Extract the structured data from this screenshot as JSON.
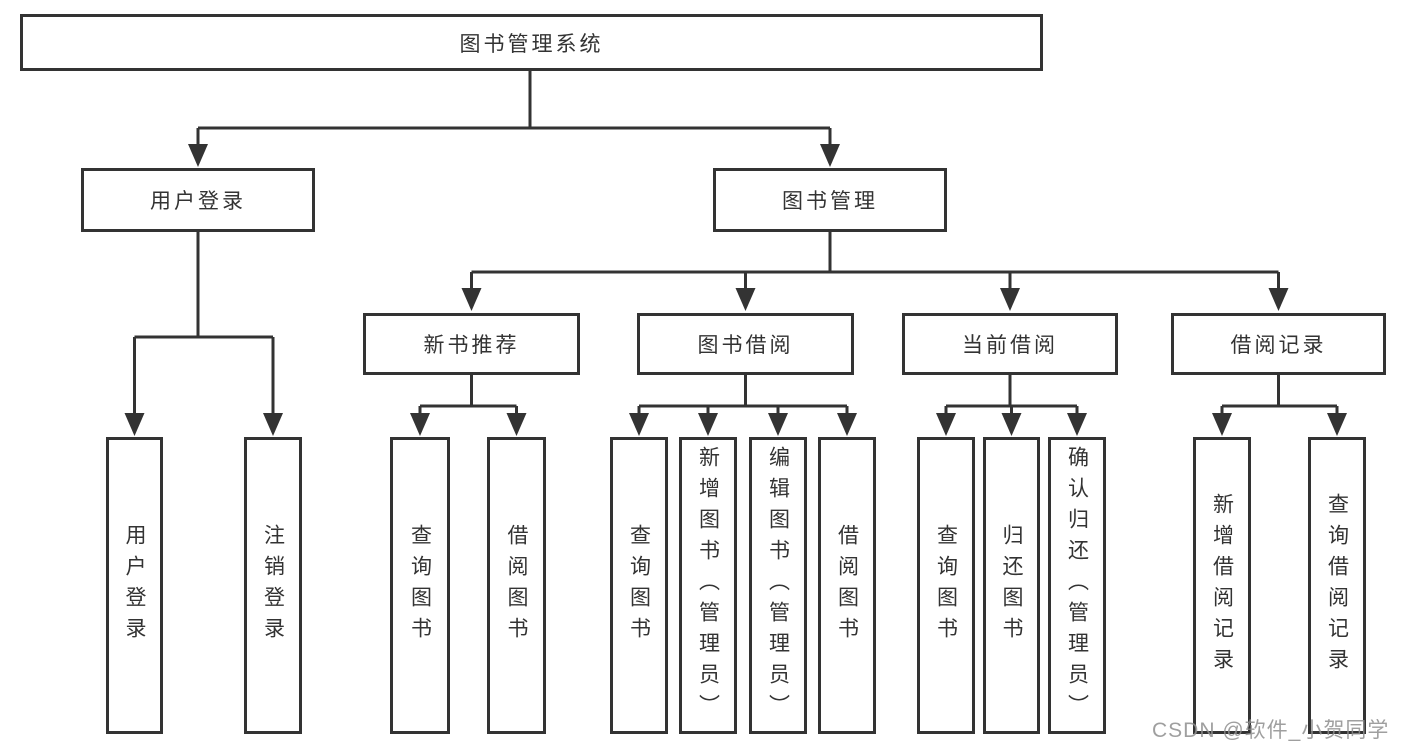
{
  "tree": {
    "label": "图书管理系统",
    "children": [
      {
        "label": "用户登录",
        "children": [
          {
            "label": "用户登录"
          },
          {
            "label": "注销登录"
          }
        ]
      },
      {
        "label": "图书管理",
        "children": [
          {
            "label": "新书推荐",
            "children": [
              {
                "label": "查询图书"
              },
              {
                "label": "借阅图书"
              }
            ]
          },
          {
            "label": "图书借阅",
            "children": [
              {
                "label": "查询图书"
              },
              {
                "label": "新增图书（管理员）"
              },
              {
                "label": "编辑图书（管理员）"
              },
              {
                "label": "借阅图书"
              }
            ]
          },
          {
            "label": "当前借阅",
            "children": [
              {
                "label": "查询图书"
              },
              {
                "label": "归还图书"
              },
              {
                "label": "确认归还（管理员）"
              }
            ]
          },
          {
            "label": "借阅记录",
            "children": [
              {
                "label": "新增借阅记录"
              },
              {
                "label": "查询借阅记录"
              }
            ]
          }
        ]
      }
    ]
  },
  "watermark": {
    "text": "CSDN @软件_小贺同学"
  },
  "colors": {
    "line": "#333333",
    "text": "#333333",
    "box_bg": "#ffffff",
    "watermark": "#8f8f8f"
  }
}
